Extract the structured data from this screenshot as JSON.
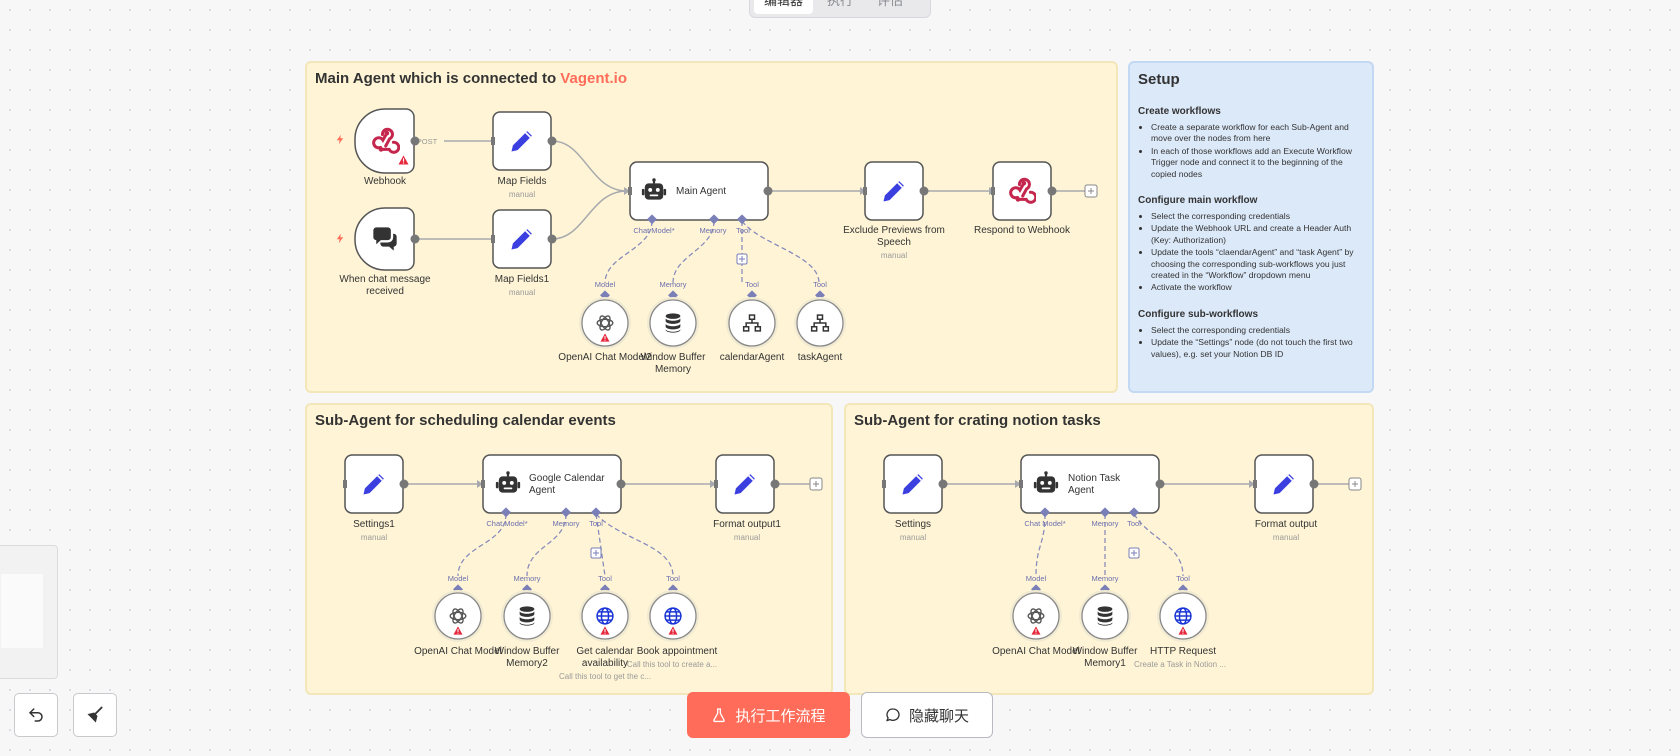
{
  "tabs": [
    "编辑器",
    "执行",
    "评估"
  ],
  "active_tab": 0,
  "stickies": {
    "main": {
      "title_prefix": "Main Agent which is connected to ",
      "title_accent": "Vagent.io"
    },
    "calendar": {
      "title": "Sub-Agent for scheduling calendar events"
    },
    "notion": {
      "title": "Sub-Agent for crating notion tasks"
    },
    "setup": {
      "title": "Setup",
      "sections": [
        {
          "heading": "Create workflows",
          "items": [
            "Create a separate workflow for each Sub-Agent and move over the nodes from here",
            "In each of those workflows add an Execute Workflow Trigger node and connect it to the beginning of the copied nodes"
          ]
        },
        {
          "heading": "Configure main workflow",
          "items": [
            "Select the corresponding credentials",
            "Update the Webhook URL and create a Header Auth (Key: Authorization)",
            "Update the tools “claendarAgent” and “task Agent” by choosing the corresponding sub-workflows you just created in the “Workflow” dropdown menu",
            "Activate the workflow"
          ]
        },
        {
          "heading": "Configure sub-workflows",
          "items": [
            "Select the corresponding credentials",
            "Update the “Settings” node (do not touch the first two values), e.g. set your Notion DB ID"
          ]
        }
      ]
    }
  },
  "nodes": {
    "webhook": {
      "label": "Webhook",
      "icon": "webhook-icon",
      "edge_label": "POST"
    },
    "chat_trigger": {
      "label1": "When chat message",
      "label2": "received",
      "icon": "chat-bubbles-icon"
    },
    "map_fields": {
      "label": "Map Fields",
      "sub": "manual",
      "icon": "pencil-icon"
    },
    "map_fields1": {
      "label": "Map Fields1",
      "sub": "manual",
      "icon": "pencil-icon"
    },
    "main_agent": {
      "label": "Main Agent",
      "icon": "robot-icon",
      "ports": [
        "Chat Model*",
        "Memory",
        "Tool"
      ]
    },
    "exclude_previews": {
      "label1": "Exclude Previews from",
      "label2": "Speech",
      "sub": "manual",
      "icon": "pencil-icon"
    },
    "respond_webhook": {
      "label": "Respond to Webhook",
      "icon": "webhook-icon"
    },
    "openai_chat_model2": {
      "label": "OpenAI Chat Model2",
      "port": "Model",
      "icon": "openai-icon"
    },
    "window_buffer_memory": {
      "label1": "Window Buffer",
      "label2": "Memory",
      "port": "Memory",
      "icon": "database-icon"
    },
    "calendar_agent_tool": {
      "label": "calendarAgent",
      "port": "Tool",
      "icon": "sitemap-icon"
    },
    "task_agent_tool": {
      "label": "taskAgent",
      "port": "Tool",
      "icon": "sitemap-icon"
    },
    "settings1": {
      "label": "Settings1",
      "sub": "manual",
      "icon": "pencil-icon"
    },
    "gcal_agent": {
      "label1": "Google Calendar",
      "label2": "Agent",
      "icon": "robot-icon",
      "ports": [
        "Chat Model*",
        "Memory",
        "Tool"
      ]
    },
    "format_output1": {
      "label": "Format output1",
      "sub": "manual",
      "icon": "pencil-icon"
    },
    "openai_chat_model": {
      "label": "OpenAI Chat Model",
      "port": "Model",
      "icon": "openai-icon"
    },
    "window_buffer_memory2": {
      "label1": "Window Buffer",
      "label2": "Memory2",
      "port": "Memory",
      "icon": "database-icon"
    },
    "get_calendar_availability": {
      "label1": "Get calendar",
      "label2": "availability",
      "sub": "Call this tool to get the c...",
      "port": "Tool",
      "icon": "globe-icon"
    },
    "book_appointment": {
      "label": "Book appointment",
      "sub": "Call this tool to create a...",
      "port": "Tool",
      "icon": "globe-icon"
    },
    "settings": {
      "label": "Settings",
      "sub": "manual",
      "icon": "pencil-icon"
    },
    "notion_agent": {
      "label1": "Notion Task",
      "label2": "Agent",
      "icon": "robot-icon",
      "ports": [
        "Chat Model*",
        "Memory",
        "Tool"
      ]
    },
    "format_output": {
      "label": "Format output",
      "sub": "manual",
      "icon": "pencil-icon"
    },
    "openai_chat_model_n": {
      "label": "OpenAI Chat Model",
      "port": "Model",
      "icon": "openai-icon"
    },
    "window_buffer_memory1": {
      "label1": "Window Buffer",
      "label2": "Memory1",
      "port": "Memory",
      "icon": "database-icon"
    },
    "http_request": {
      "label": "HTTP Request",
      "sub": "Create a Task in Notion ...",
      "port": "Tool",
      "icon": "globe-icon"
    }
  },
  "toolbar": {
    "run_label": "执行工作流程",
    "chat_label": "隐藏聊天",
    "undo_icon": "undo-icon",
    "clean_icon": "broom-icon"
  },
  "colors": {
    "accent": "#ff6d5a",
    "sticky_yellow": "#fff5d6",
    "sticky_blue": "#dce9f9",
    "port": "#7a7fb8",
    "pencil": "#3b3fe0",
    "warning": "#e5283b"
  }
}
